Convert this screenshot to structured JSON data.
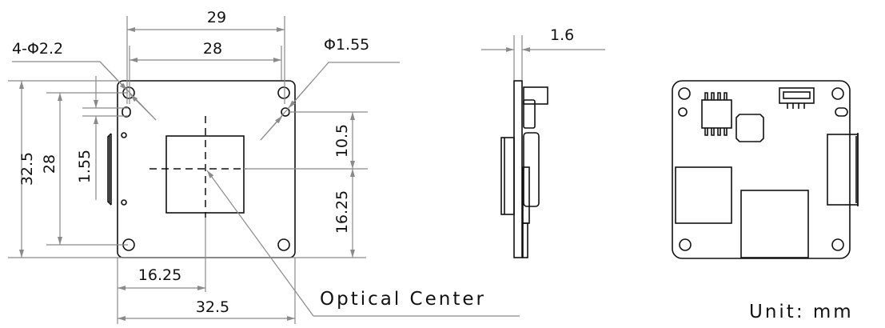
{
  "dimensions": {
    "top_width_outer": "29",
    "top_width_inner": "28",
    "hole_label": "4-Φ2.2",
    "small_hole_label": "Φ1.55",
    "left_height_outer": "32.5",
    "left_height_inner": "28",
    "left_slot": "1.55",
    "right_upper": "10.5",
    "right_lower": "16.25",
    "bottom_half": "16.25",
    "bottom_full": "32.5",
    "side_thickness": "1.6"
  },
  "labels": {
    "optical_center": "Optical Center",
    "unit": "Unit: mm"
  },
  "colors": {
    "part": "#111111",
    "dimension": "#8a8a8a"
  }
}
